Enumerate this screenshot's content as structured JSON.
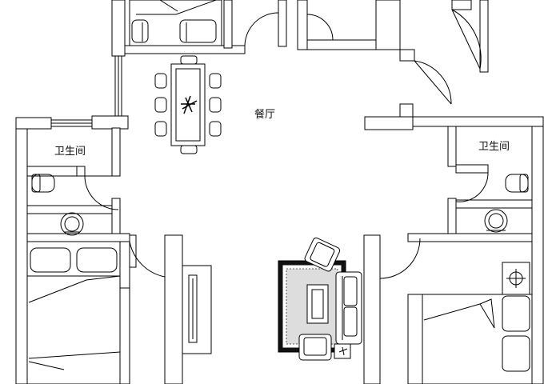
{
  "labels": {
    "dining": "餐厅",
    "bathroom_left": "卫生间",
    "bathroom_right": "卫生间"
  }
}
